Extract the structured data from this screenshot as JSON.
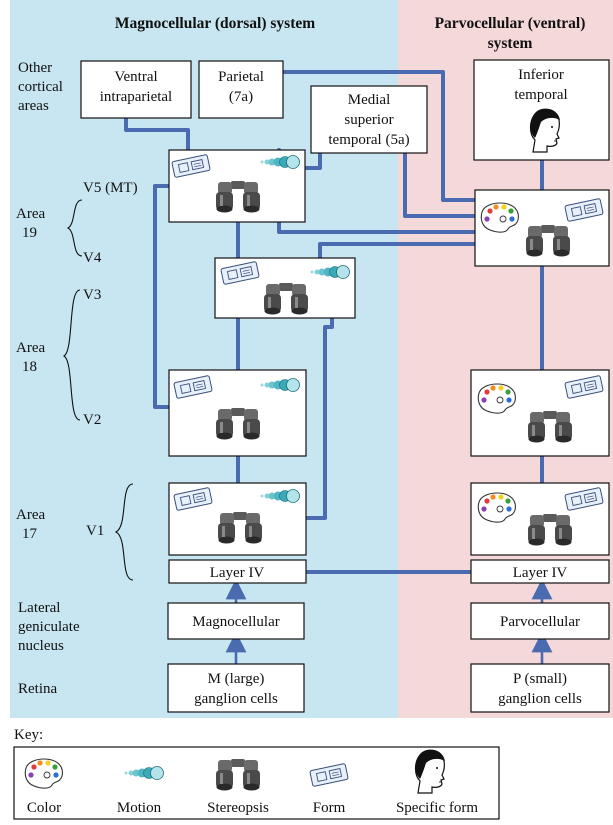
{
  "colors": {
    "magno_bg": "#c8e6f1",
    "parvo_bg": "#f4d8da",
    "wire": "#4a6bb0",
    "arrow": "#4a6bb0"
  },
  "headers": {
    "magno": "Magnocellular (dorsal) system",
    "parvo": [
      "Parvocellular (ventral)",
      "system"
    ]
  },
  "left_labels": {
    "other_cortical": [
      "Other",
      "cortical",
      "areas"
    ],
    "area19": [
      "Area",
      "19"
    ],
    "area18": [
      "Area",
      "18"
    ],
    "area17": [
      "Area",
      "17"
    ],
    "lgn": [
      "Lateral",
      "geniculate",
      "nucleus"
    ],
    "retina": "Retina",
    "v5": "V5 (MT)",
    "v4": "V4",
    "v3": "V3",
    "v2": "V2",
    "v1": "V1"
  },
  "boxes": {
    "ventral_intraparietal": [
      "Ventral",
      "intraparietal"
    ],
    "parietal": [
      "Parietal",
      "(7a)"
    ],
    "medial_superior_temporal": [
      "Medial",
      "superior",
      "temporal (5a)"
    ],
    "inferior_temporal": [
      "Inferior",
      "temporal"
    ],
    "layer_iv_left": "Layer IV",
    "layer_iv_right": "Layer IV",
    "magnocellular": "Magnocellular",
    "parvocellular": "Parvocellular",
    "m_ganglion": [
      "M (large)",
      "ganglion cells"
    ],
    "p_ganglion": [
      "P (small)",
      "ganglion cells"
    ]
  },
  "key": {
    "title": "Key:",
    "items": [
      "Color",
      "Motion",
      "Stereopsis",
      "Form",
      "Specific form"
    ],
    "icons": [
      "palette-icon",
      "motion-icon",
      "binoculars-icon",
      "form-card-icon",
      "face-icon"
    ]
  }
}
